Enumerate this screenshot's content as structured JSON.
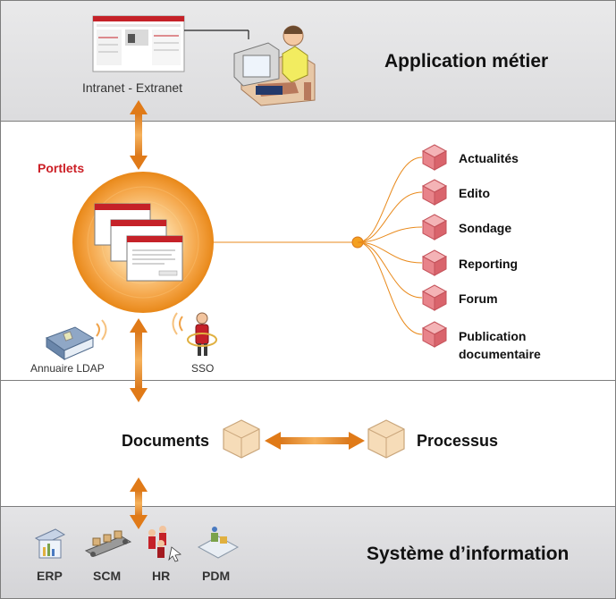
{
  "top_section": {
    "title": "Application métier",
    "intranet_label": "Intranet - Extranet"
  },
  "portal_section": {
    "portlets_label": "Portlets",
    "ldap_label": "Annuaire LDAP",
    "sso_label": "SSO",
    "modules": [
      {
        "label": "Actualités"
      },
      {
        "label": "Edito"
      },
      {
        "label": "Sondage"
      },
      {
        "label": "Reporting"
      },
      {
        "label": "Forum"
      },
      {
        "label": "Publication",
        "label2": "documentaire"
      }
    ]
  },
  "docs_section": {
    "documents_label": "Documents",
    "processus_label": "Processus"
  },
  "bottom_section": {
    "title": "Système d’information",
    "systems": [
      "ERP",
      "SCM",
      "HR",
      "PDM"
    ]
  },
  "colors": {
    "accent_orange": "#e98a1c",
    "portlet_red": "#cc1f26",
    "cube_pink": "#e8838a",
    "cube_beige": "#f6dcb8"
  }
}
